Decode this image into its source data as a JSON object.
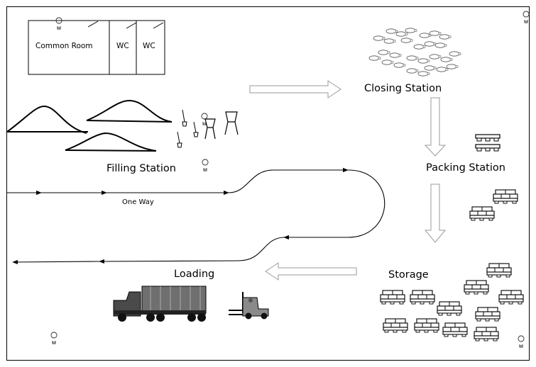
{
  "rooms": {
    "common_room": "Common Room",
    "wc_1": "WC",
    "wc_2": "WC"
  },
  "stations": {
    "closing": "Closing Station",
    "filling": "Filling Station",
    "packing": "Packing Station",
    "storage": "Storage",
    "loading": "Loading"
  },
  "road": {
    "one_way": "One Way"
  },
  "icons": [
    "lightbulb-icon",
    "shovel-icon",
    "funnel-hopper-icon",
    "bottle-cluster-icon",
    "pallet-icon",
    "stacked-pallet-icon",
    "truck-icon",
    "forklift-icon",
    "block-arrow-icon"
  ],
  "colors": {
    "line": "#000000",
    "block_arrow_stroke": "#9a9a9a",
    "background": "#ffffff"
  }
}
